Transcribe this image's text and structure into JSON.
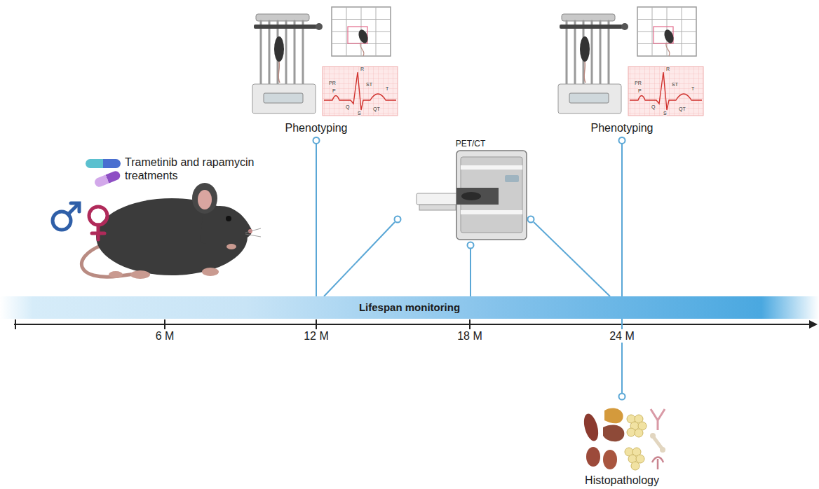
{
  "diagram": {
    "nodes": [
      {
        "text": [
          "Lifespan monitoring"
        ]
      },
      {
        "text": [
          "Phenotyping"
        ]
      },
      {
        "text": [
          "PET/CT"
        ]
      },
      {
        "text": [
          "Phenotyping"
        ]
      },
      {
        "text": [
          "Histopathology"
        ]
      }
    ],
    "edges": [
      {
        "from": 1,
        "to": 0,
        "arrow": "none"
      },
      {
        "from": 2,
        "to": 0,
        "arrow": "none"
      },
      {
        "from": 3,
        "to": 0,
        "arrow": "none"
      },
      {
        "from": 0,
        "to": 4,
        "arrow": "none"
      }
    ],
    "labels": [
      "Trametinib and rapamycin treatments",
      "6 M",
      "12 M",
      "18 M",
      "24 M",
      "R",
      "P",
      "Q",
      "S",
      "T",
      "PR",
      "ST",
      "QT",
      "R",
      "P",
      "Q",
      "S",
      "T",
      "PR",
      "ST",
      "QT"
    ]
  }
}
